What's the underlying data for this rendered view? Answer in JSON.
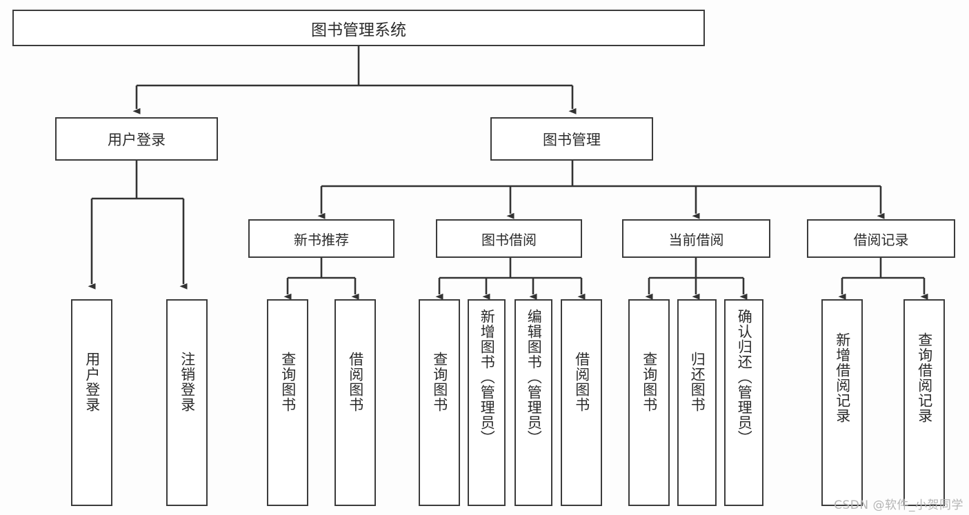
{
  "diagram": {
    "title": "图书管理系统",
    "type": "hierarchy-tree",
    "watermark": "CSDN @软件_小贺同学",
    "colors": {
      "background": "#fdfdfd",
      "box_border": "#3b3b3b",
      "box_fill": "#ffffff",
      "text": "#2b2b2b",
      "connector": "#333333",
      "watermark": "#b4b4b4"
    },
    "root": {
      "label": "图书管理系统"
    },
    "level2": [
      {
        "label": "用户登录"
      },
      {
        "label": "图书管理"
      }
    ],
    "level3": [
      {
        "label": "新书推荐"
      },
      {
        "label": "图书借阅"
      },
      {
        "label": "当前借阅"
      },
      {
        "label": "借阅记录"
      }
    ],
    "leaves": {
      "user_login": [
        {
          "label": "用户登录"
        },
        {
          "label": "注销登录"
        }
      ],
      "new_book_recommend": [
        {
          "label": "查询图书"
        },
        {
          "label": "借阅图书"
        }
      ],
      "book_borrow": [
        {
          "label": "查询图书"
        },
        {
          "label": "新增图书（管理员）"
        },
        {
          "label": "编辑图书（管理员）"
        },
        {
          "label": "借阅图书"
        }
      ],
      "current_borrow": [
        {
          "label": "查询图书"
        },
        {
          "label": "归还图书"
        },
        {
          "label": "确认归还（管理员）"
        }
      ],
      "borrow_record": [
        {
          "label": "新增借阅记录"
        },
        {
          "label": "查询借阅记录"
        }
      ]
    }
  }
}
